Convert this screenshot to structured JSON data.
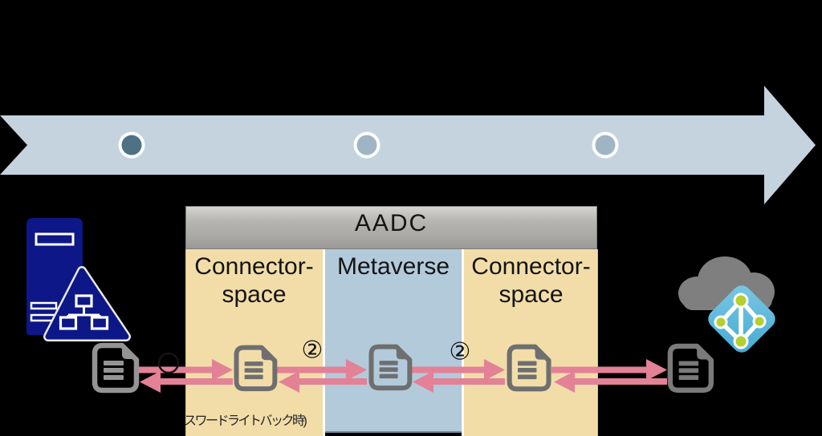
{
  "timeline": {
    "band_color": "#c5d3df",
    "dots": [
      {
        "name": "milestone-dot-1",
        "fill": "#4e7184"
      },
      {
        "name": "milestone-dot-2",
        "fill": "#9fb5c4"
      },
      {
        "name": "milestone-dot-3",
        "fill": "#9fb5c4"
      }
    ]
  },
  "aadc_box": {
    "header": "AADC",
    "header_gradient": [
      "#d6d4d0",
      "#9b9995"
    ],
    "columns": [
      {
        "name": "connector-space-left",
        "label_line1": "Connector-",
        "label_line2": "space",
        "fill": "#f2dda9"
      },
      {
        "name": "metaverse",
        "label_line1": "Metaverse",
        "fill": "#b3cadb"
      },
      {
        "name": "connector-space-right",
        "label_line1": "Connector-",
        "label_line2": "space",
        "fill": "#f2dda9"
      }
    ]
  },
  "annotations": {
    "step_badge_left": "②",
    "step_badge_right": "②",
    "writeback_note": "スワードライトバック時)"
  },
  "icons": {
    "server_ad_icon_color": "#0d1787",
    "cloud_color": "#7f7f7f",
    "azure_ad_diamond_color": "#52b3da",
    "azure_ad_node_color": "#b3d02f",
    "document_icon_color": "#6f6f6f",
    "outer_document_icon_color": "#8f8f8f"
  },
  "arrows": {
    "color": "#e38196",
    "pairs": "4 bidirectional sync arrow pairs: on-prem doc ↔ connector-space ↔ metaverse ↔ connector-space ↔ cloud doc"
  }
}
